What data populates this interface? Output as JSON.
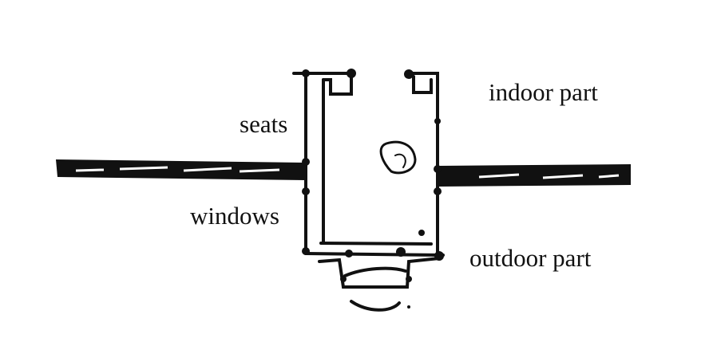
{
  "labels": {
    "indoor": "indoor part",
    "seats": "seats",
    "windows": "windows",
    "outdoor": "outdoor part"
  },
  "colors": {
    "ink": "#111111",
    "background": "#ffffff"
  }
}
